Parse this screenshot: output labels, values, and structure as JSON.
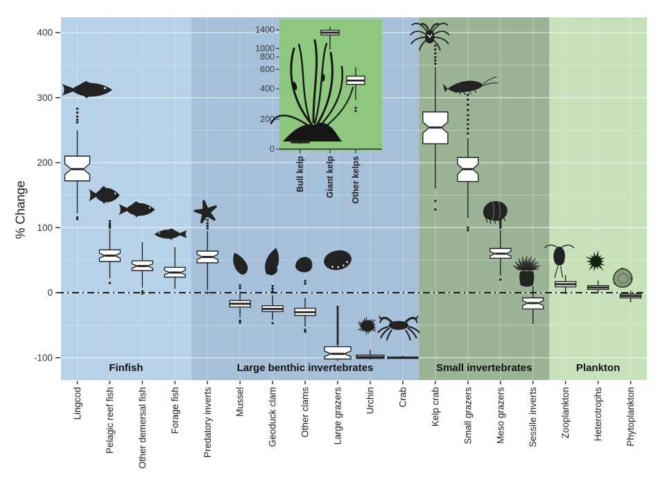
{
  "figure": {
    "type_note": "notched boxplot figure of ecosystem % change by functional group"
  },
  "chart_data": {
    "type": "boxplot",
    "ylabel": "% Change",
    "ylim": [
      -135,
      424
    ],
    "yticks": [
      400,
      300,
      200,
      100,
      0,
      -100
    ],
    "zero_line": 0,
    "grid": "on",
    "colors": {
      "box_fill": "#ffffff",
      "line": "#222222",
      "zero_line": "#000000",
      "band_finfish": "#b7d2e8",
      "band_large_benthic": "#a6c0da",
      "band_small_inverts": "#9cb496",
      "band_plankton": "#c7e1ba",
      "inset_background": "#8dc87e"
    },
    "sections": [
      {
        "label": "Finfish",
        "color_key": "band_finfish"
      },
      {
        "label": "Large benthic invertebrates",
        "color_key": "band_large_benthic"
      },
      {
        "label": "Small invertebrates",
        "color_key": "band_small_inverts"
      },
      {
        "label": "Plankton",
        "color_key": "band_plankton"
      }
    ],
    "series": [
      {
        "label": "Lingcod",
        "section": "Finfish",
        "icon": "lingcod-fish",
        "icon_y": 312,
        "q1": 172,
        "median": 190,
        "q3": 210,
        "whisker_low": 122,
        "whisker_high": 250,
        "outliers_high": [
          262,
          266,
          271,
          277,
          283
        ],
        "outliers_low": [
          116,
          113
        ]
      },
      {
        "label": "Pelagic reef fish",
        "section": "Finfish",
        "icon": "reef-fish",
        "icon_y": 150,
        "q1": 48,
        "median": 57,
        "q3": 66,
        "whisker_low": 22,
        "whisker_high": 97,
        "outliers_high": [
          100,
          103,
          106,
          110
        ],
        "outliers_low": [
          15
        ]
      },
      {
        "label": "Other demersal fish",
        "section": "Finfish",
        "icon": "demersal-fish",
        "icon_y": 128,
        "q1": 34,
        "median": 41,
        "q3": 49,
        "whisker_low": 8,
        "whisker_high": 78,
        "outliers_high": [],
        "outliers_low": [
          2,
          -1
        ]
      },
      {
        "label": "Forage fish",
        "section": "Finfish",
        "icon": "forage-fish",
        "icon_y": 90,
        "q1": 24,
        "median": 31,
        "q3": 39,
        "whisker_low": 6,
        "whisker_high": 70,
        "outliers_high": [],
        "outliers_low": []
      },
      {
        "label": "Predatory inverts",
        "section": "Large benthic invertebrates",
        "icon": "starfish",
        "icon_y": 124,
        "q1": 46,
        "median": 55,
        "q3": 64,
        "whisker_low": 4,
        "whisker_high": 95,
        "outliers_high": [
          99,
          103,
          107,
          112,
          118
        ],
        "outliers_low": [
          0
        ]
      },
      {
        "label": "Mussel",
        "section": "Large benthic invertebrates",
        "icon": "mussel",
        "icon_y": 45,
        "q1": -22,
        "median": -17,
        "q3": -12,
        "whisker_low": -38,
        "whisker_high": 2,
        "outliers_high": [
          7,
          11
        ],
        "outliers_low": [
          -43,
          -46
        ]
      },
      {
        "label": "Geoduck clam",
        "section": "Large benthic invertebrates",
        "icon": "geoduck",
        "icon_y": 48,
        "q1": -29,
        "median": -25,
        "q3": -20,
        "whisker_low": -42,
        "whisker_high": -4,
        "outliers_high": [
          2,
          6,
          10
        ],
        "outliers_low": [
          -47
        ]
      },
      {
        "label": "Other clams",
        "section": "Large benthic invertebrates",
        "icon": "clam",
        "icon_y": 42,
        "q1": -35,
        "median": -30,
        "q3": -24,
        "whisker_low": -52,
        "whisker_high": -8,
        "outliers_high": [
          14,
          18
        ],
        "outliers_low": [
          -57,
          -60
        ]
      },
      {
        "label": "Large grazers",
        "section": "Large benthic invertebrates",
        "icon": "abalone",
        "icon_y": 50,
        "q1": -102,
        "median": -94,
        "q3": -83,
        "whisker_low": -105,
        "whisker_high": -20,
        "outliers_high": [
          -22,
          -26,
          -30,
          -34,
          -38,
          -42,
          -46,
          -50,
          -54,
          -58,
          -62,
          -66,
          -70,
          -74,
          -78
        ],
        "outliers_low": []
      },
      {
        "label": "Urchin",
        "section": "Large benthic invertebrates",
        "icon": "urchin",
        "icon_y": -51,
        "q1": -101,
        "median": -99,
        "q3": -96,
        "whisker_low": -103,
        "whisker_high": -88,
        "outliers_high": [],
        "outliers_low": []
      },
      {
        "label": "Crab",
        "section": "Large benthic invertebrates",
        "icon": "crab",
        "icon_y": -53,
        "q1": -101,
        "median": -100,
        "q3": -99,
        "whisker_low": -102,
        "whisker_high": -97,
        "outliers_high": [],
        "outliers_low": []
      },
      {
        "label": "Kelp crab",
        "section": "Small invertebrates",
        "icon": "kelp-crab",
        "icon_y": 395,
        "q1": 229,
        "median": 254,
        "q3": 278,
        "whisker_low": 160,
        "whisker_high": 347,
        "outliers_high": [
          352,
          357,
          362,
          368,
          374,
          380
        ],
        "outliers_low": [
          141,
          128
        ]
      },
      {
        "label": "Small grazers",
        "section": "Small invertebrates",
        "icon": "shrimp",
        "icon_y": 318,
        "q1": 171,
        "median": 190,
        "q3": 208,
        "whisker_low": 115,
        "whisker_high": 238,
        "outliers_high": [
          245,
          252,
          259,
          266,
          273,
          281,
          289,
          297,
          304
        ],
        "outliers_low": [
          100,
          96
        ]
      },
      {
        "label": "Meso grazers",
        "section": "Small invertebrates",
        "icon": "amphipod",
        "icon_y": 125,
        "q1": 53,
        "median": 60,
        "q3": 68,
        "whisker_low": 26,
        "whisker_high": 96,
        "outliers_high": [
          100,
          103,
          106,
          109,
          112,
          115,
          118,
          121
        ],
        "outliers_low": [
          20
        ]
      },
      {
        "label": "Sessile inverts",
        "section": "Small invertebrates",
        "icon": "anemone",
        "icon_y": 32,
        "q1": -25,
        "median": -16,
        "q3": -8,
        "whisker_low": -48,
        "whisker_high": 10,
        "outliers_high": [],
        "outliers_low": []
      },
      {
        "label": "Zooplankton",
        "section": "Plankton",
        "icon": "copepod",
        "icon_y": 55,
        "q1": 9,
        "median": 13,
        "q3": 17,
        "whisker_low": -2,
        "whisker_high": 27,
        "outliers_high": [],
        "outliers_low": []
      },
      {
        "label": "Heterotrophs",
        "section": "Plankton",
        "icon": "heterotroph",
        "icon_y": 48,
        "q1": 5,
        "median": 8,
        "q3": 11,
        "whisker_low": -1,
        "whisker_high": 19,
        "outliers_high": [],
        "outliers_low": []
      },
      {
        "label": "Phytoplankton",
        "section": "Plankton",
        "icon": "phytoplankton",
        "icon_y": 22,
        "q1": -8,
        "median": -5,
        "q3": -2,
        "whisker_low": -15,
        "whisker_high": 3,
        "outliers_high": [],
        "outliers_low": []
      }
    ],
    "inset": {
      "icon": "kelp",
      "yticks": [
        1400,
        1000,
        800,
        600,
        400,
        200,
        0
      ],
      "boxes": [
        {
          "label": "Bull kelp",
          "q1": 42,
          "median": 50,
          "q3": 58,
          "whisker_low": 35,
          "whisker_high": 68,
          "outliers": []
        },
        {
          "label": "Giant kelp",
          "q1": 1290,
          "median": 1340,
          "q3": 1390,
          "whisker_low": 980,
          "whisker_high": 1460,
          "outliers": []
        },
        {
          "label": "Other kelps",
          "q1": 445,
          "median": 485,
          "q3": 530,
          "whisker_low": 325,
          "whisker_high": 635,
          "outliers": [
            275,
            255
          ]
        }
      ]
    }
  }
}
